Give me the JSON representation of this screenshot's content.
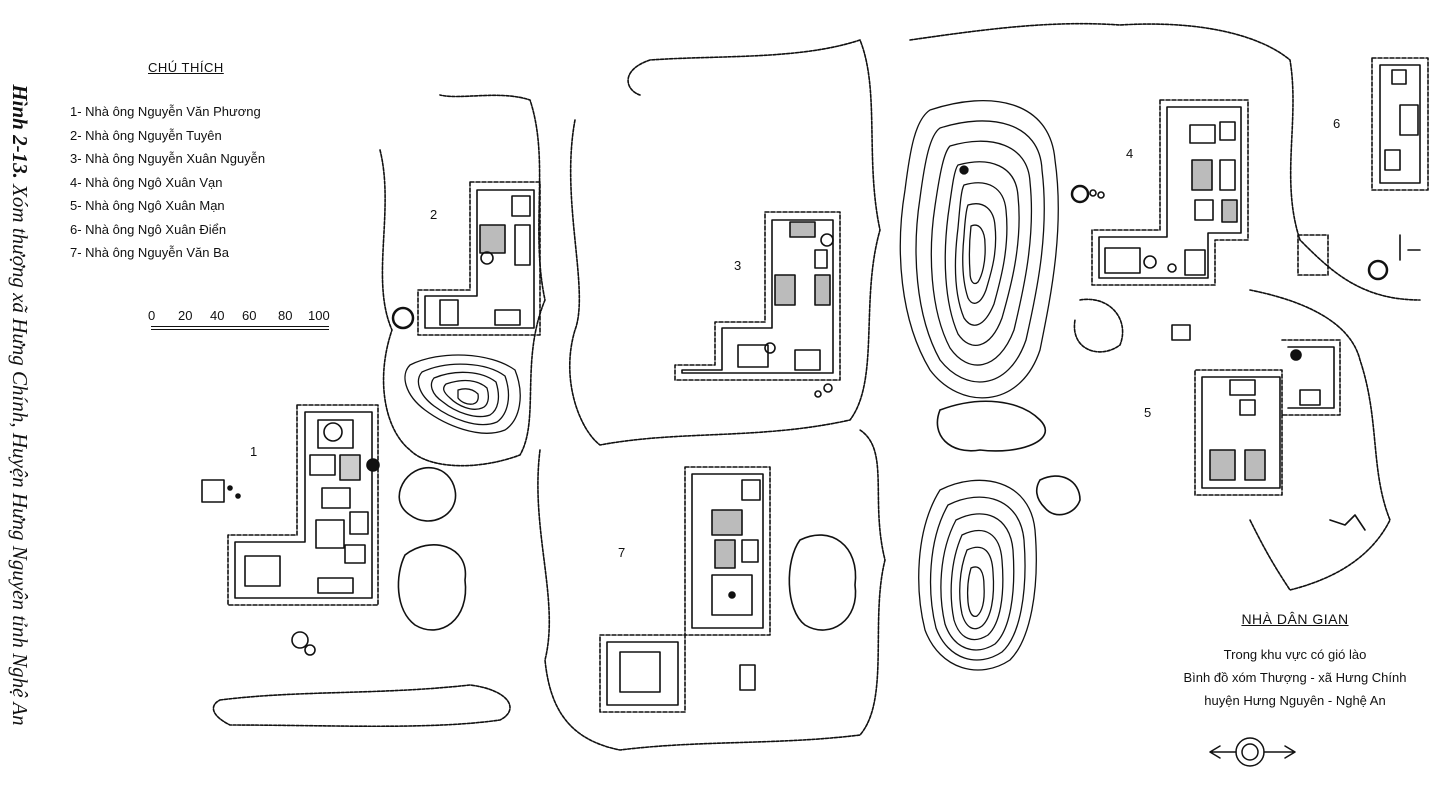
{
  "caption": {
    "figure": "Hình 2-13.",
    "text": " Xóm thượng xã Hưng Chính, Huyện Hưng Nguyên tỉnh Nghệ An"
  },
  "legend": {
    "title": "CHÚ THÍCH",
    "items": [
      "1- Nhà ông Nguyễn Văn Phương",
      "2- Nhà ông Nguyễn Tuyên",
      "3- Nhà ông Nguyễn Xuân Nguyễn",
      "4- Nhà ông Ngô Xuân Vạn",
      "5- Nhà ông Ngô Xuân Mạn",
      "6- Nhà ông Ngô Xuân Điển",
      "7- Nhà ông Nguyễn Văn Ba"
    ]
  },
  "scale": {
    "labels": [
      "0",
      "20",
      "40",
      "60",
      "80",
      "100"
    ]
  },
  "house_numbers": [
    "1",
    "2",
    "3",
    "4",
    "5",
    "6",
    "7"
  ],
  "title_block": {
    "main": "NHÀ DÂN GIAN",
    "lines": [
      "Trong khu vực có gió lào",
      "Bình đồ xóm Thượng - xã Hưng Chính",
      "huyện Hưng Nguyên - Nghệ An"
    ]
  },
  "colors": {
    "ink": "#111111",
    "paper": "#ffffff"
  }
}
